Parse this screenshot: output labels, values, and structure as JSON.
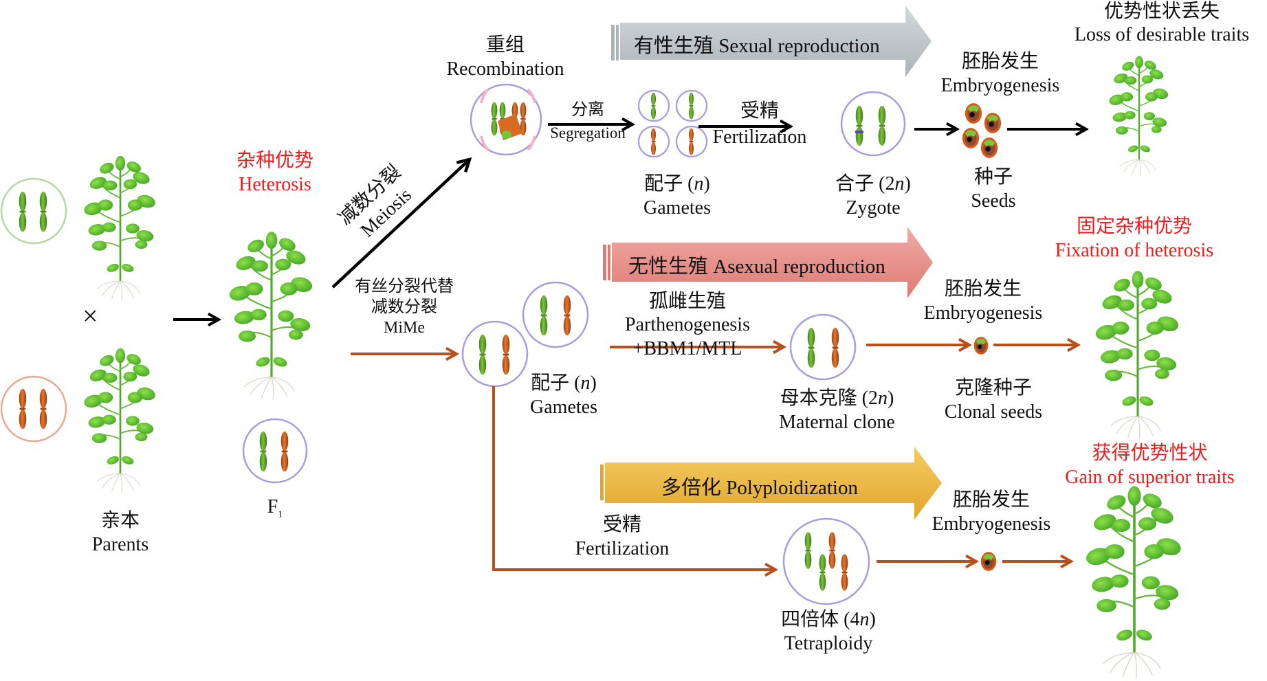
{
  "colors": {
    "green_chromosome": "#5fa82a",
    "orange_chromosome": "#d0601e",
    "cell_ring": "#a99be0",
    "sexual_arrow": "#000000",
    "asexual_arrow": "#b8501c",
    "banner_sexual": "#bcc5c8",
    "banner_asexual": "#e58f8a",
    "banner_polyploid": "#ebbb45",
    "highlight_text": "#ee1c1c"
  },
  "parents": {
    "zh": "亲本",
    "en": "Parents",
    "cross_symbol": "×"
  },
  "f1": {
    "label": "F",
    "sub": "1"
  },
  "heterosis": {
    "zh": "杂种优势",
    "en": "Heterosis"
  },
  "meiosis": {
    "zh": "减数分裂",
    "en": "Meiosis"
  },
  "mime": {
    "zh_line1": "有丝分裂代替",
    "zh_line2": "减数分裂",
    "en": "MiMe"
  },
  "recombination": {
    "zh": "重组",
    "en": "Recombination"
  },
  "segregation": {
    "zh": "分离",
    "en": "Segregation"
  },
  "banners": {
    "sexual": "有性生殖 Sexual reproduction",
    "asexual": "无性生殖 Asexual reproduction",
    "polyploid": "多倍化 Polyploidization"
  },
  "sexual_path": {
    "gametes": {
      "zh": "配子 (",
      "n": "n",
      "close": ")",
      "en": "Gametes"
    },
    "fertilization": {
      "zh": "受精",
      "en": "Fertilization"
    },
    "zygote": {
      "zh": "合子 (2",
      "n": "n",
      "close": ")",
      "en": "Zygote"
    },
    "embryogenesis": {
      "zh": "胚胎发生",
      "en": "Embryogenesis"
    },
    "seeds": {
      "zh": "种子",
      "en": "Seeds"
    },
    "outcome": {
      "zh": "优势性状丢失",
      "en": "Loss of desirable traits"
    }
  },
  "asexual_path": {
    "gametes": {
      "zh": "配子 (",
      "n": "n",
      "close": ")",
      "en": "Gametes"
    },
    "parthenogenesis": {
      "zh": "孤雌生殖",
      "en": "Parthenogenesis",
      "genes": "+BBM1/MTL"
    },
    "maternal_clone": {
      "zh": "母本克隆  (2",
      "n": "n",
      "close": ")",
      "en": "Maternal clone"
    },
    "embryogenesis": {
      "zh": "胚胎发生",
      "en": "Embryogenesis"
    },
    "clonal_seeds": {
      "zh": "克隆种子",
      "en": "Clonal seeds"
    },
    "outcome": {
      "zh": "固定杂种优势",
      "en": "Fixation of heterosis"
    }
  },
  "polyploid_path": {
    "fertilization": {
      "zh": "受精",
      "en": "Fertilization"
    },
    "tetraploidy": {
      "zh": "四倍体 (4",
      "n": "n",
      "close": ")",
      "en": "Tetraploidy"
    },
    "embryogenesis": {
      "zh": "胚胎发生",
      "en": "Embryogenesis"
    },
    "outcome": {
      "zh": "获得优势性状",
      "en": "Gain of superior traits"
    }
  }
}
